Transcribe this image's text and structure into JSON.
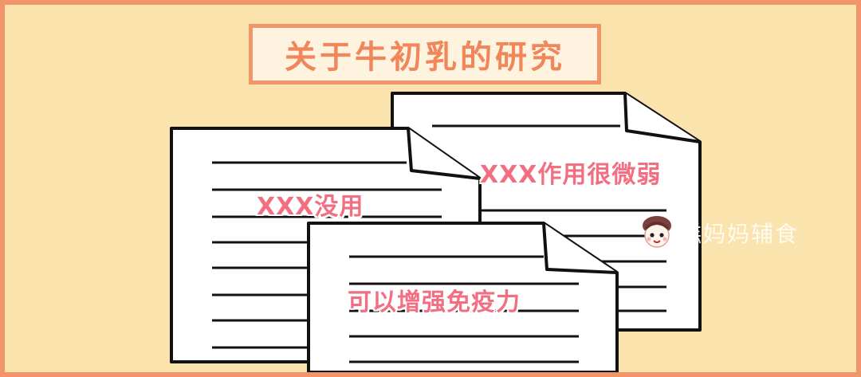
{
  "title": "关于牛初乳的研究",
  "documents": [
    {
      "caption": "XXX作用很微弱"
    },
    {
      "caption": "XXX没用"
    },
    {
      "caption": "可以增强免疫力"
    }
  ],
  "watermark": {
    "text": "糕妈妈辅食",
    "icon": "cartoon-girl-face-icon"
  },
  "colors": {
    "background": "#fbe3ae",
    "frame": "#f2956a",
    "title_text": "#f0865a",
    "caption_text": "#f26f82"
  }
}
